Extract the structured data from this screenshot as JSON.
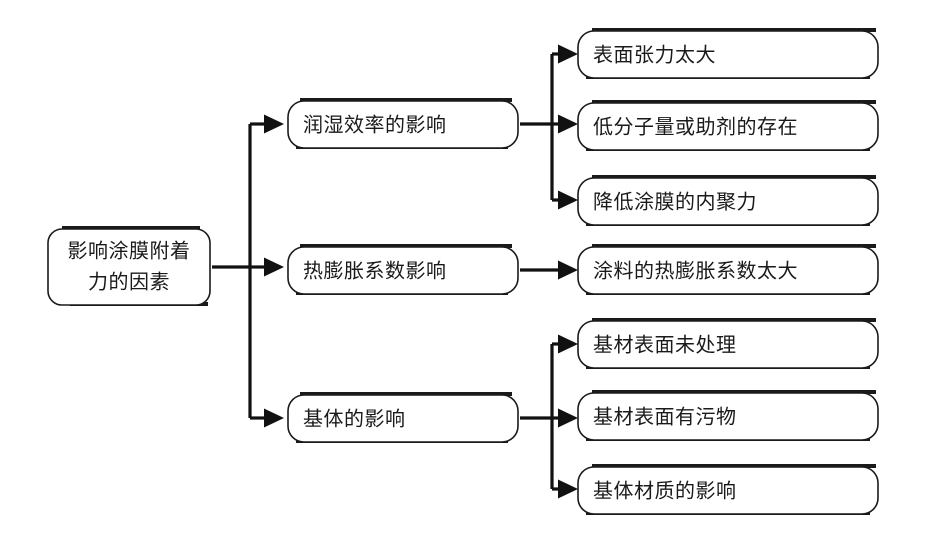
{
  "diagram": {
    "title": "影响涂膜附着力的因素",
    "type": "tree-flowchart",
    "orientation": "left-to-right",
    "background_color": "#ffffff",
    "node_fill": "#ffffff",
    "node_stroke": "#1a1a1a",
    "connector_color": "#111111",
    "root": {
      "id": "root",
      "line1": "影响涂膜附着",
      "line2": "力的因素",
      "text": "影响涂膜附着力的因素"
    },
    "branches": [
      {
        "id": "branch-wetting",
        "label": "润湿效率的影响",
        "children": [
          {
            "id": "leaf-surface-tension",
            "label": "表面张力太大"
          },
          {
            "id": "leaf-low-mw-additive",
            "label": "低分子量或助剂的存在"
          },
          {
            "id": "leaf-reduced-cohesion",
            "label": "降低涂膜的内聚力"
          }
        ]
      },
      {
        "id": "branch-thermal-expansion",
        "label": "热膨胀系数影响",
        "children": [
          {
            "id": "leaf-coating-cte-too-large",
            "label": "涂料的热膨胀系数太大"
          }
        ]
      },
      {
        "id": "branch-substrate",
        "label": "基体的影响",
        "children": [
          {
            "id": "leaf-untreated-surface",
            "label": "基材表面未处理"
          },
          {
            "id": "leaf-contaminated-surface",
            "label": "基材表面有污物"
          },
          {
            "id": "leaf-substrate-material",
            "label": "基体材质的影响"
          }
        ]
      }
    ]
  }
}
